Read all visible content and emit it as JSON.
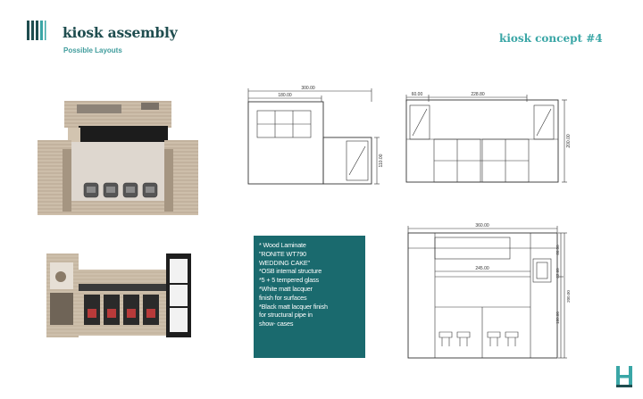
{
  "header": {
    "title": "kiosk assembly",
    "subtitle": "Possible Layouts",
    "concept": "kiosk concept #4"
  },
  "notes": [
    "* Wood Laminate",
    "\"RONITE WT790",
    "WEDDING CAKE\"",
    "*OSB internal structure",
    "*5 + 5 tempered glass",
    "*White matt lacquer",
    "finish  for surfaces",
    "*Black matt lacquer finish",
    "for structural pipe in",
    "show-  cases"
  ],
  "drawings": {
    "front_elevation": {
      "overall_width": "300.00",
      "left_width": "180.00",
      "height": "110.00"
    },
    "side_elevation": {
      "left_offset": "60.00",
      "main_width": "228.80",
      "height": "200.00"
    },
    "plan": {
      "overall_width": "360.00",
      "inner_width": "245.00",
      "dim_a": "60.00",
      "dim_b": "62.60",
      "total_height": "200.00",
      "lower_height": "180.00"
    }
  },
  "colors": {
    "brand_dark": "#1f4d4f",
    "brand_teal": "#3aa6a6",
    "notes_bg": "#1a6a6e"
  },
  "icons": [
    "logo-bars-icon",
    "corner-h-icon"
  ]
}
